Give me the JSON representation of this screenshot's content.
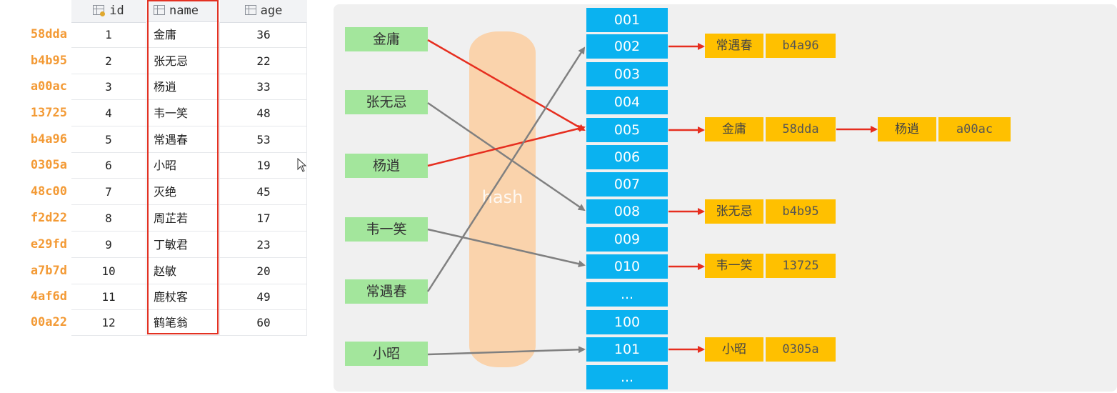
{
  "table": {
    "headers": {
      "id": "id",
      "name": "name",
      "age": "age"
    },
    "rowids": [
      "58dda",
      "b4b95",
      "a00ac",
      "13725",
      "b4a96",
      "0305a",
      "48c00",
      "f2d22",
      "e29fd",
      "a7b7d",
      "4af6d",
      "00a22"
    ],
    "rows": [
      {
        "id": "1",
        "name": "金庸",
        "age": "36"
      },
      {
        "id": "2",
        "name": "张无忌",
        "age": "22"
      },
      {
        "id": "3",
        "name": "杨逍",
        "age": "33"
      },
      {
        "id": "4",
        "name": "韦一笑",
        "age": "48"
      },
      {
        "id": "5",
        "name": "常遇春",
        "age": "53"
      },
      {
        "id": "6",
        "name": "小昭",
        "age": "19"
      },
      {
        "id": "7",
        "name": "灭绝",
        "age": "45"
      },
      {
        "id": "8",
        "name": "周芷若",
        "age": "17"
      },
      {
        "id": "9",
        "name": "丁敏君",
        "age": "23"
      },
      {
        "id": "10",
        "name": "赵敏",
        "age": "20"
      },
      {
        "id": "11",
        "name": "鹿杖客",
        "age": "49"
      },
      {
        "id": "12",
        "name": "鹤笔翁",
        "age": "60"
      }
    ]
  },
  "diagram": {
    "inputs": [
      "金庸",
      "张无忌",
      "杨逍",
      "韦一笑",
      "常遇春",
      "小昭"
    ],
    "hash_label": "hash",
    "buckets": [
      "001",
      "002",
      "003",
      "004",
      "005",
      "006",
      "007",
      "008",
      "009",
      "010",
      "...",
      "100",
      "101",
      "..."
    ],
    "entries": [
      {
        "name": "常遇春",
        "key": "b4a96"
      },
      {
        "name": "金庸",
        "key": "58dda"
      },
      {
        "name": "杨逍",
        "key": "a00ac"
      },
      {
        "name": "张无忌",
        "key": "b4b95"
      },
      {
        "name": "韦一笑",
        "key": "13725"
      },
      {
        "name": "小昭",
        "key": "0305a"
      }
    ],
    "colors": {
      "red_arrow": "#e62e1f",
      "gray_arrow": "#808080",
      "bucket": "#0ab2f0",
      "node": "#ffc000",
      "input": "#a3e69c"
    }
  }
}
